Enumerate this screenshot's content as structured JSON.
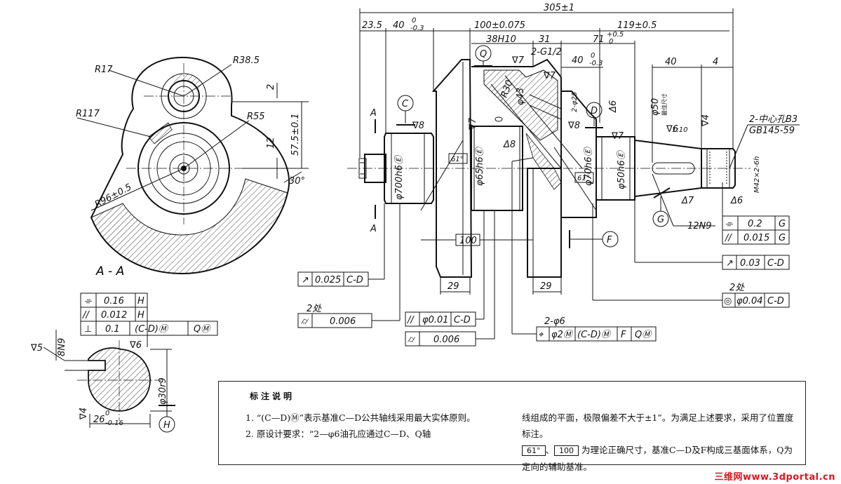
{
  "section_view": {
    "title": "A - A",
    "labels": [
      "R17",
      "R38.5",
      "R117",
      "R55",
      "R96±0.5",
      "57.5±0.1",
      "12",
      "2",
      "30°"
    ]
  },
  "keyway_view": {
    "labels": [
      "∇5",
      "8N9",
      "∇6",
      "∇4",
      "φ30r9",
      "H"
    ],
    "width_main": "26",
    "width_tol_upper": "0",
    "width_tol_lower": "-0.16"
  },
  "left_fcf": [
    {
      "symbol": "⌯",
      "value": "0.16",
      "datum": "H"
    },
    {
      "symbol": "//",
      "value": "0.012",
      "datum": "H"
    },
    {
      "symbol": "⊥",
      "value": "0.1",
      "datum": "(C-D)Ⓜ",
      "datum2": "QⓂ"
    }
  ],
  "main_dims": {
    "overall": "305±1",
    "d1": "23.5",
    "d2_main": "40",
    "d2_upper": "0",
    "d2_lower": "-0.3",
    "d3": "100±0.075",
    "d4": "119±0.5",
    "d5": "38H10",
    "d6": "31",
    "d7_main": "71",
    "d7_upper": "+0.5",
    "d7_lower": "0",
    "d8_main": "40",
    "d8_upper": "0",
    "d8_lower": "-0.3",
    "d9": "40",
    "d10": "4",
    "thread": "2-G1/2",
    "oil": "2-φ25",
    "r30": "R30",
    "d43": "φ43",
    "phi50": "φ50",
    "phi50_note": "最佳尺寸",
    "taper": "1:10",
    "center_hole": "2-中心孔B3",
    "std": "GB145-59",
    "thread2": "M42×2-6h",
    "phi700": "φ700h6Ⓔ",
    "phi65": "φ65h6Ⓔ",
    "phi70": "φ70h6Ⓔ",
    "phi50h6": "φ50h6Ⓔ",
    "ang1": "61°",
    "ang2": "61°",
    "len100": "100",
    "w29a": "29",
    "w29b": "29",
    "n12": "12N9",
    "roughness": [
      "∇7",
      "∇7",
      "∇8",
      "∇7",
      "∇8",
      "∇8",
      "∇7",
      "∇8",
      "∇7",
      "∇6",
      "∇4",
      "∇6",
      "∇7",
      "∇6",
      "Δ6",
      "Δ7",
      "Δ8"
    ]
  },
  "datums": [
    "C",
    "D",
    "Q",
    "F",
    "G",
    "A",
    "A"
  ],
  "right_fcf": [
    {
      "symbol": "⌯",
      "value": "0.2",
      "datum": "G"
    },
    {
      "symbol": "//",
      "value": "0.015",
      "datum": "G"
    },
    {
      "symbol": "↗",
      "value": "0.03",
      "datum": "C-D"
    },
    {
      "symbol": "◎",
      "value": "φ0.04",
      "datum": "C-D",
      "note": "2处"
    }
  ],
  "bottom_fcf": [
    {
      "symbol": "↗",
      "value": "0.025",
      "datum": "C-D"
    },
    {
      "symbol": "⌭",
      "value": "0.006",
      "note": "2处"
    },
    {
      "symbol": "//",
      "value": "φ0.01",
      "datum": "C-D"
    },
    {
      "symbol": "⌭",
      "value": "0.006"
    },
    {
      "symbol": "⌖",
      "value": "φ2Ⓜ",
      "datum": "(C-D)Ⓜ",
      "datum2": "F",
      "datum3": "QⓂ",
      "note": "2-φ6"
    }
  ],
  "notes": {
    "title": "标注说明",
    "p1": "1. “(C—D)Ⓜ”表示基准C—D公共轴线采用最大实体原则。",
    "p2": "2. 原设计要求：“2—φ6油孔应通过C—D、Q轴",
    "p3": "线组成的平面，极限偏差不大于±1”。为满足上述要求，采用了位置度标注。",
    "box1": "61°",
    "sep": "、",
    "box2": "100",
    "p4": "为理论正确尺寸，基准C—D及F构成三基面体系，Q为定向的辅助基准。"
  },
  "watermark": "三维网www.3dportal.cn"
}
